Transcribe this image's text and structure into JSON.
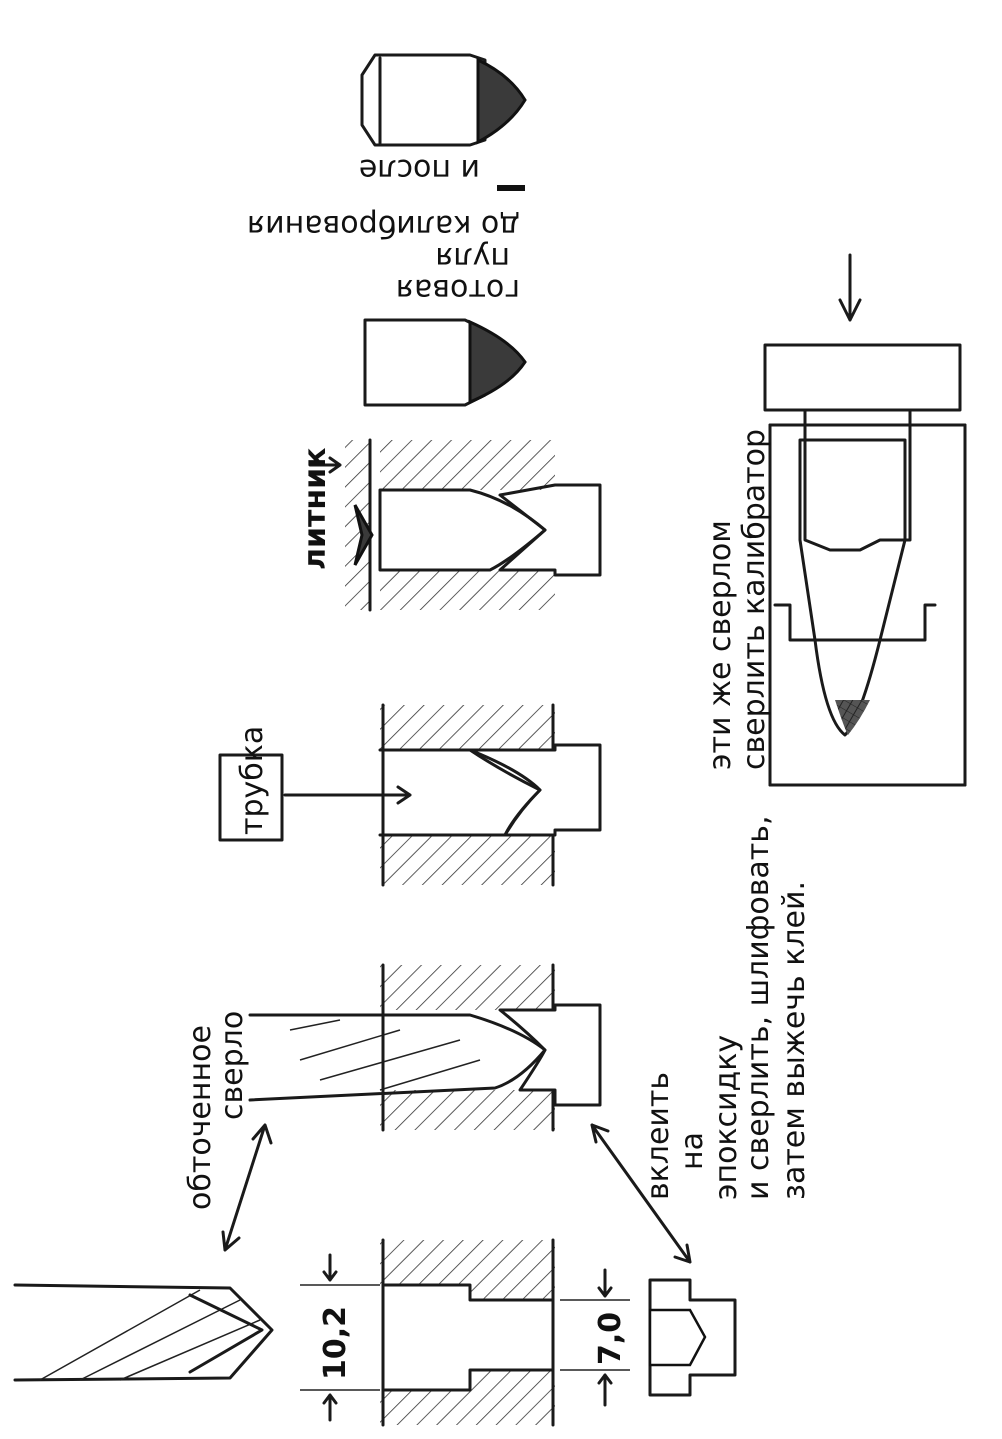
{
  "labels": {
    "drill": [
      "обточенное",
      "сверло"
    ],
    "dim_large": "10,2",
    "dim_small": "7,0",
    "glue": [
      "вклеить",
      "на",
      "эпоксидку",
      "и сверлить, шлифовать,",
      "затем выжечь клей."
    ],
    "tube": "трубка",
    "sprue": "литник",
    "bullet": [
      "готовая",
      "пуля",
      "до калибрования",
      "и после"
    ],
    "calibrator": [
      "эти же сверлом",
      "сверлить калибратор"
    ]
  },
  "colors": {
    "ink": "#1a1a1a",
    "paper": "#ffffff",
    "shade": "#3a3a3a"
  }
}
